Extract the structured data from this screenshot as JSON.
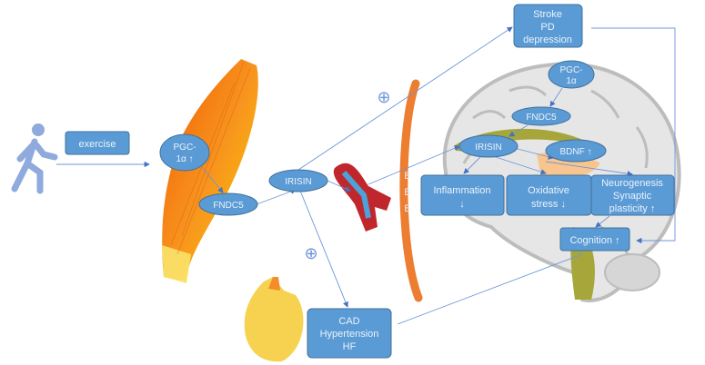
{
  "colors": {
    "node": "#5b9bd5",
    "node_border": "#41719c",
    "arrow": "#6f95d8",
    "bbb": "#ed7d31",
    "brain": "#c9c9c9",
    "limbic": "#a6a63a",
    "muscle": "#f7931e",
    "walker": "#8faadc"
  },
  "icons": {
    "walker": "person-walking-icon",
    "muscle": "muscle-illustration",
    "vessel": "blood-vessel-illustration",
    "heart": "heart-illustration",
    "brain": "brain-illustration",
    "plus": "circled-plus-icon"
  },
  "nodes": {
    "exercise": "exercise",
    "muscle_pgc": [
      "PGC-",
      "1α ↑"
    ],
    "muscle_fndc5": "FNDC5",
    "irisin": "IRISIN",
    "bbb": [
      "B",
      "B",
      "B"
    ],
    "stroke": [
      "Stroke",
      "PD",
      "depression"
    ],
    "brain_pgc": [
      "PGC-",
      "1α"
    ],
    "brain_fndc5": "FNDC5",
    "brain_irisin": "IRISIN",
    "bdnf": "BDNF ↑",
    "inflammation": [
      "Inflammation",
      "↓"
    ],
    "oxidative": [
      "Oxidative",
      "stress ↓"
    ],
    "neurogenesis": [
      "Neurogenesis",
      "Synaptic",
      "plasticity ↑"
    ],
    "cognition": "Cognition ↑",
    "cad": [
      "CAD",
      "Hypertension",
      "HF"
    ],
    "plus": "⊕"
  }
}
